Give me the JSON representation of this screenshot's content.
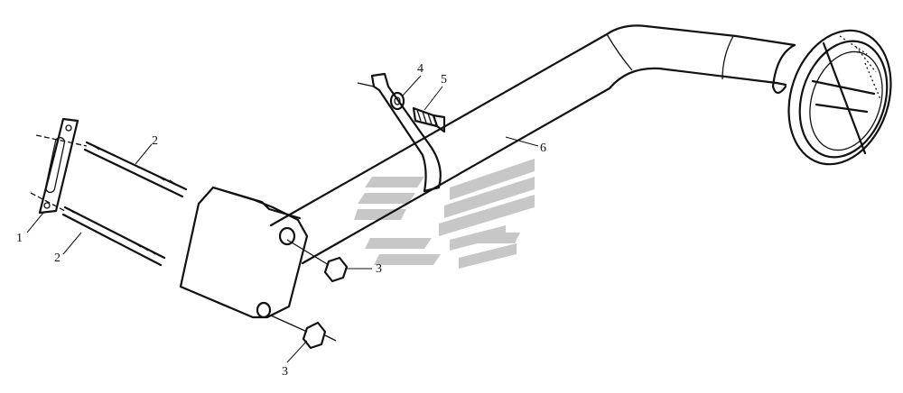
{
  "diagram": {
    "callouts": [
      {
        "id": "c1",
        "text": "1"
      },
      {
        "id": "c2a",
        "text": "2"
      },
      {
        "id": "c2b",
        "text": "2"
      },
      {
        "id": "c3a",
        "text": "3"
      },
      {
        "id": "c3b",
        "text": "3"
      },
      {
        "id": "c4",
        "text": "4"
      },
      {
        "id": "c5",
        "text": "5"
      },
      {
        "id": "c6",
        "text": "6"
      }
    ]
  },
  "colors": {
    "line": "#111111",
    "watermark": "#9a9a9a",
    "background": "#ffffff"
  }
}
